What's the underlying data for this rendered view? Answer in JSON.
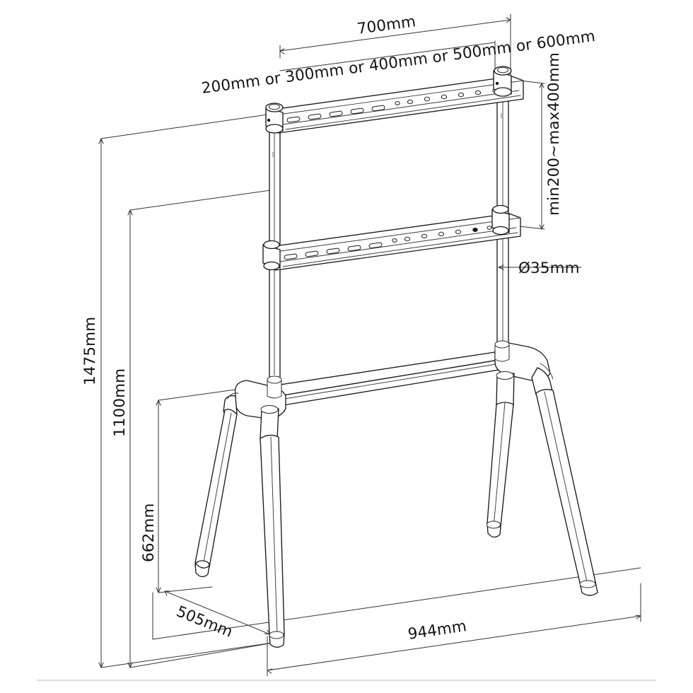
{
  "drawing": {
    "title": "TV floor stand / trolley dimensioned technical drawing",
    "view": "isometric line drawing",
    "line_color": "#1b1b1b",
    "background_color": "#ffffff",
    "dimension_color": "#333333"
  },
  "dimensions": {
    "top_width": "700mm",
    "vesa_options": "200mm or 300mm or 400mm or 500mm or 600mm",
    "bracket_spacing": "min200~max400mm",
    "tube_diameter": "Ø35mm",
    "total_height": "1475mm",
    "screen_centre_height": "1100mm",
    "base_depth_rear": "662mm",
    "foot_depth": "505mm",
    "base_width": "944mm"
  },
  "parts": {
    "upper_crossbar": "upper-vesa-crossbar",
    "lower_crossbar": "lower-vesa-crossbar",
    "left_post": "left-vertical-tube",
    "right_post": "right-vertical-tube",
    "base_beam": "base-cross-beam",
    "legs": "splayed-legs",
    "feet": "floor-feet",
    "clamp_collars": "post-clamp-collars"
  }
}
